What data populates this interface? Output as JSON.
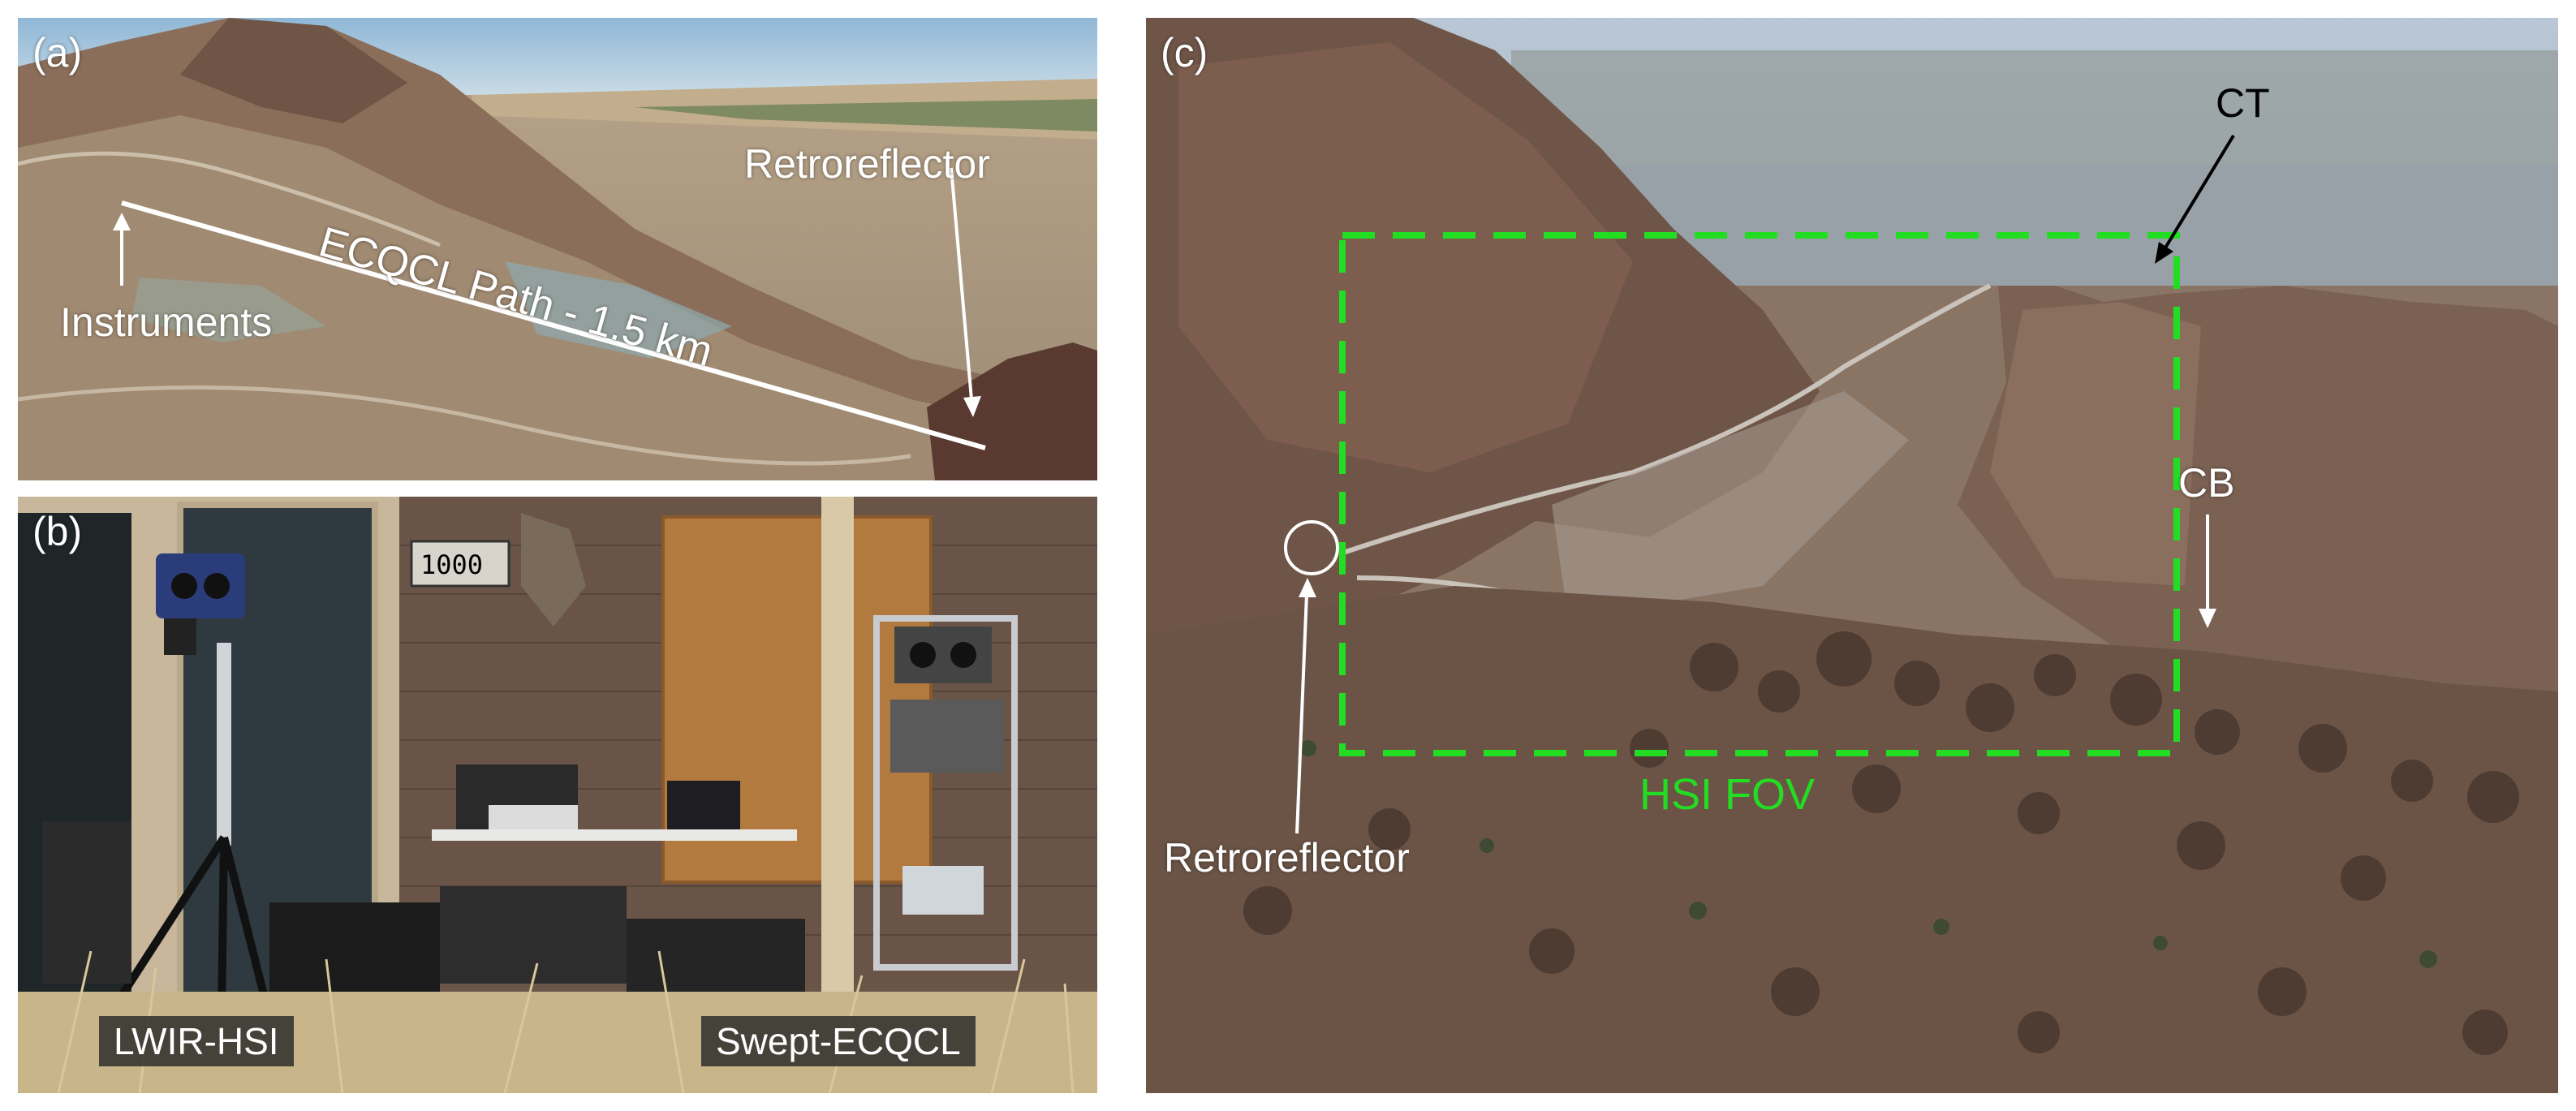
{
  "panel_a": {
    "tag": "(a)",
    "path_label": "ECQCL Path - 1.5 km",
    "instruments_label": "Instruments",
    "retroreflector_label": "Retroreflector"
  },
  "panel_b": {
    "tag": "(b)",
    "door_number": "1000",
    "lwir_label": "LWIR-HSI",
    "ecqcl_label": "Swept-ECQCL"
  },
  "panel_c": {
    "tag": "(c)",
    "ct_label": "CT",
    "cb_label": "CB",
    "fov_label": "HSI FOV",
    "retroreflector_label": "Retroreflector",
    "fov_color": "#22dd22"
  }
}
